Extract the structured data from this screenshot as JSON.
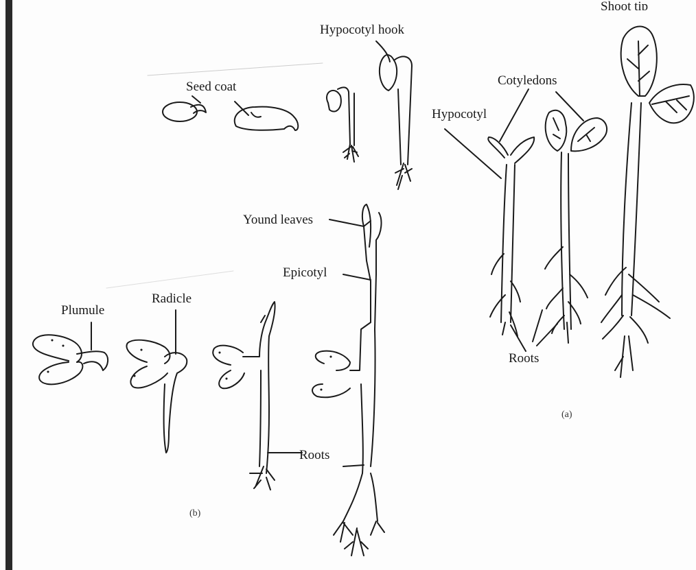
{
  "labels": {
    "shoot_tip": "Shoot tip",
    "hypocotyl_hook": "Hypocotyl hook",
    "seed_coat": "Seed coat",
    "cotyledons": "Cotyledons",
    "hypocotyl": "Hypocotyl",
    "young_leaves": "Yound leaves",
    "epicotyl": "Epicotyl",
    "plumule": "Plumule",
    "radicle": "Radicle",
    "roots_a": "Roots",
    "roots_b": "Roots"
  },
  "captions": {
    "panel_a": "(a)",
    "panel_b": "(b)"
  },
  "colors": {
    "ink": "#1a1a1a",
    "paper": "#fdfdfd",
    "binding": "#2a2a2a"
  }
}
